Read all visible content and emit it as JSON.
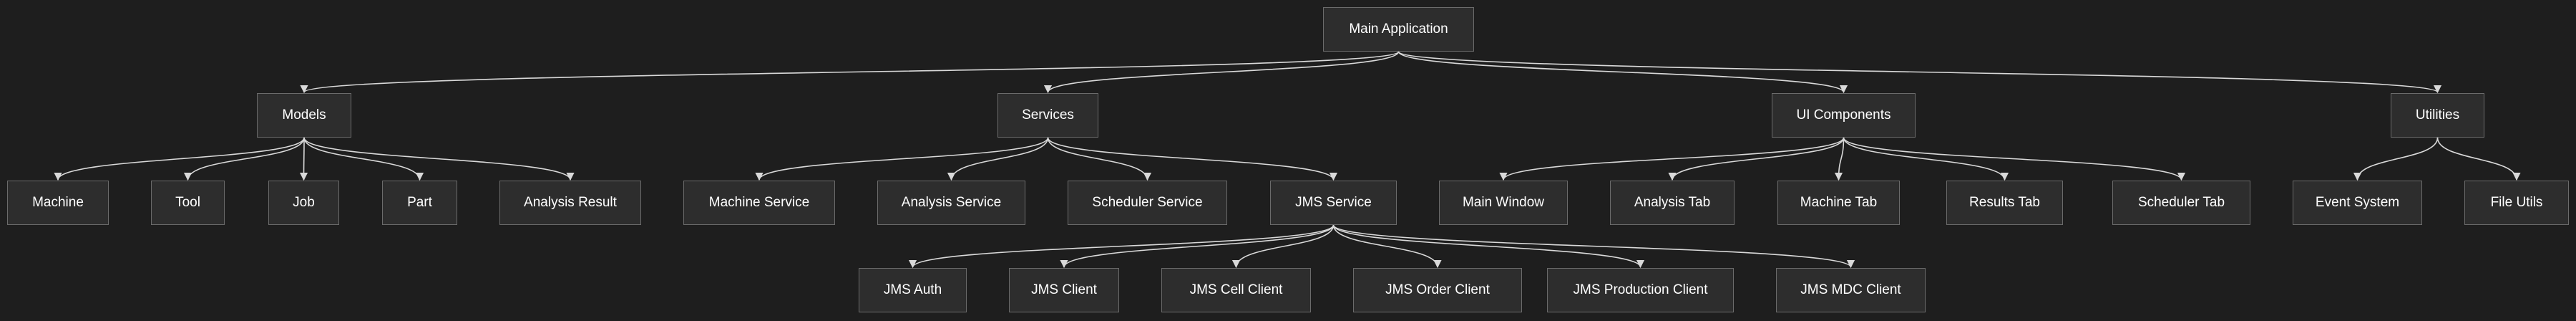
{
  "diagram": {
    "colors": {
      "background": "#1e1e1e",
      "node_fill": "#2d2d2d",
      "node_border": "#6b6b6b",
      "edge": "#d9d9d9",
      "text": "#ffffff"
    },
    "nodes": [
      {
        "id": "main",
        "label": "Main Application"
      },
      {
        "id": "models",
        "label": "Models"
      },
      {
        "id": "services",
        "label": "Services"
      },
      {
        "id": "ui",
        "label": "UI Components"
      },
      {
        "id": "utils",
        "label": "Utilities"
      },
      {
        "id": "machine",
        "label": "Machine"
      },
      {
        "id": "tool",
        "label": "Tool"
      },
      {
        "id": "job",
        "label": "Job"
      },
      {
        "id": "part",
        "label": "Part"
      },
      {
        "id": "analysis_result",
        "label": "Analysis Result"
      },
      {
        "id": "machine_service",
        "label": "Machine Service"
      },
      {
        "id": "analysis_service",
        "label": "Analysis Service"
      },
      {
        "id": "scheduler_service",
        "label": "Scheduler Service"
      },
      {
        "id": "jms_service",
        "label": "JMS Service"
      },
      {
        "id": "main_window",
        "label": "Main Window"
      },
      {
        "id": "analysis_tab",
        "label": "Analysis Tab"
      },
      {
        "id": "machine_tab",
        "label": "Machine Tab"
      },
      {
        "id": "results_tab",
        "label": "Results Tab"
      },
      {
        "id": "scheduler_tab",
        "label": "Scheduler Tab"
      },
      {
        "id": "event_system",
        "label": "Event System"
      },
      {
        "id": "file_utils",
        "label": "File Utils"
      },
      {
        "id": "jms_auth",
        "label": "JMS Auth"
      },
      {
        "id": "jms_client",
        "label": "JMS Client"
      },
      {
        "id": "jms_cell_client",
        "label": "JMS Cell Client"
      },
      {
        "id": "jms_order_client",
        "label": "JMS Order Client"
      },
      {
        "id": "jms_production_client",
        "label": "JMS Production Client"
      },
      {
        "id": "jms_mdc_client",
        "label": "JMS MDC Client"
      }
    ],
    "edges": [
      [
        "main",
        "models"
      ],
      [
        "main",
        "services"
      ],
      [
        "main",
        "ui"
      ],
      [
        "main",
        "utils"
      ],
      [
        "models",
        "machine"
      ],
      [
        "models",
        "tool"
      ],
      [
        "models",
        "job"
      ],
      [
        "models",
        "part"
      ],
      [
        "models",
        "analysis_result"
      ],
      [
        "services",
        "machine_service"
      ],
      [
        "services",
        "analysis_service"
      ],
      [
        "services",
        "scheduler_service"
      ],
      [
        "services",
        "jms_service"
      ],
      [
        "ui",
        "main_window"
      ],
      [
        "ui",
        "analysis_tab"
      ],
      [
        "ui",
        "machine_tab"
      ],
      [
        "ui",
        "results_tab"
      ],
      [
        "ui",
        "scheduler_tab"
      ],
      [
        "utils",
        "event_system"
      ],
      [
        "utils",
        "file_utils"
      ],
      [
        "jms_service",
        "jms_auth"
      ],
      [
        "jms_service",
        "jms_client"
      ],
      [
        "jms_service",
        "jms_cell_client"
      ],
      [
        "jms_service",
        "jms_order_client"
      ],
      [
        "jms_service",
        "jms_production_client"
      ],
      [
        "jms_service",
        "jms_mdc_client"
      ]
    ]
  }
}
